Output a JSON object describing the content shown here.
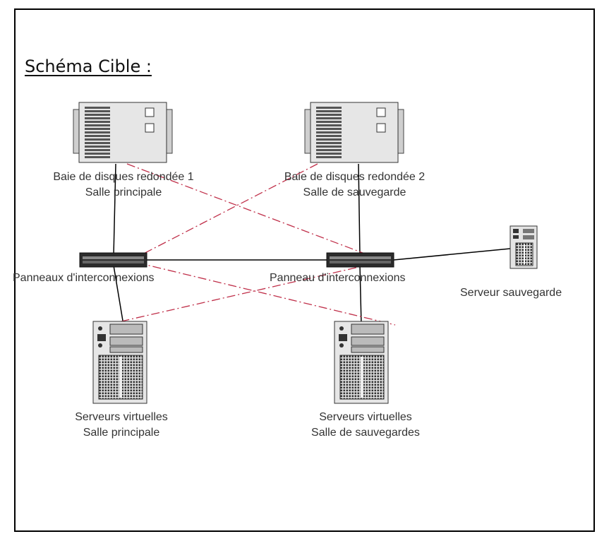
{
  "title": "Schéma Cible :",
  "nodes": {
    "bay1": {
      "line1": "Baie de disques redondée 1",
      "line2": "Salle principale"
    },
    "bay2": {
      "line1": "Baie de disques redondée 2",
      "line2": "Salle de sauvegarde"
    },
    "panel1": {
      "label": "Panneaux d'interconnexions"
    },
    "panel2": {
      "label": "Panneau d'interconnexions"
    },
    "backup_server": {
      "label": "Serveur sauvegarde"
    },
    "vserver1": {
      "line1": "Serveurs virtuelles",
      "line2": "Salle principale"
    },
    "vserver2": {
      "line1": "Serveurs virtuelles",
      "line2": "Salle de sauvegardes"
    }
  },
  "colors": {
    "primary_link": "#000000",
    "redundant_link": "#c0304a",
    "device_fill": "#e4e4e4",
    "device_stroke": "#444444"
  },
  "links": {
    "primary": [
      [
        "bay1",
        "panel1"
      ],
      [
        "bay2",
        "panel2"
      ],
      [
        "panel1",
        "panel2"
      ],
      [
        "panel2",
        "backup_server"
      ],
      [
        "panel1",
        "vserver1"
      ],
      [
        "panel2",
        "vserver2"
      ]
    ],
    "redundant_dashdot": [
      [
        "bay1",
        "panel2"
      ],
      [
        "bay2",
        "panel1"
      ],
      [
        "vserver1",
        "panel2"
      ],
      [
        "panel1",
        "vserver2"
      ]
    ]
  }
}
